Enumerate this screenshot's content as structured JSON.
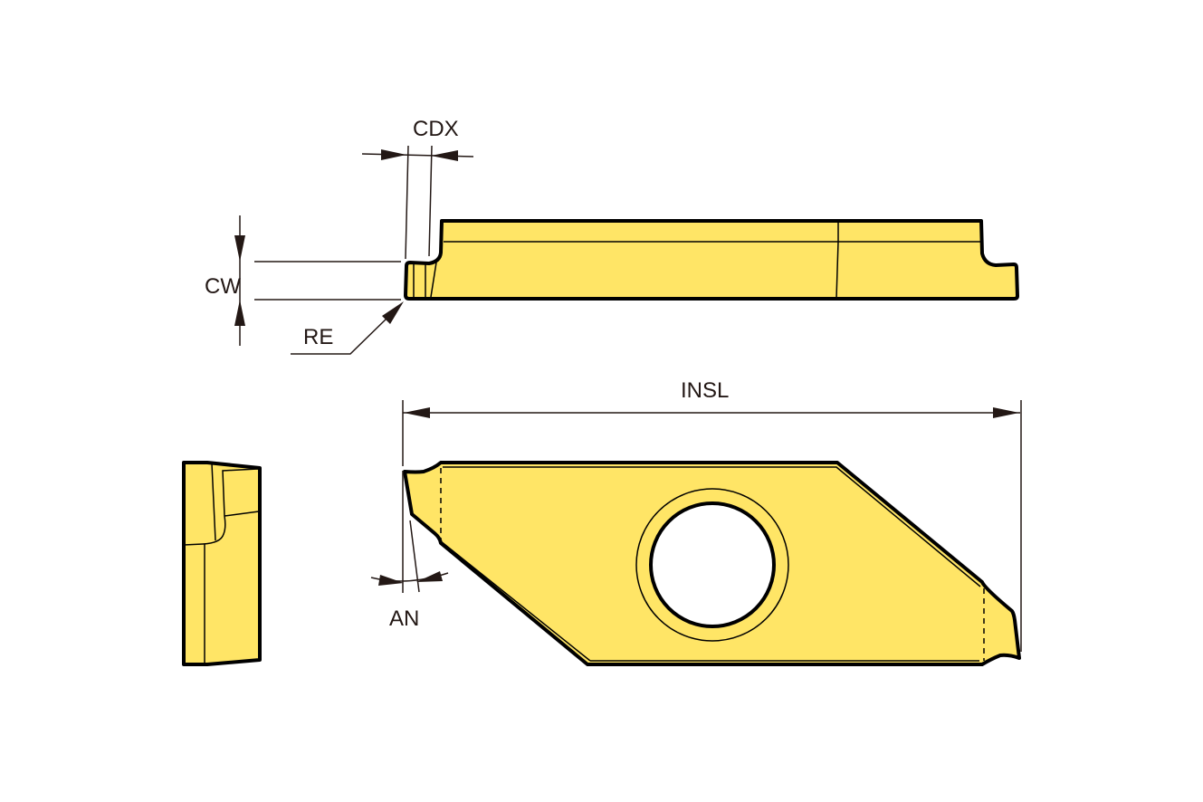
{
  "title": "Grooving insert dimension drawing",
  "labels": {
    "cdx": "CDX",
    "cw": "CW",
    "re": "RE",
    "insl": "INSL",
    "an": "AN"
  },
  "colors": {
    "insert_fill": "#FFE566",
    "outline": "#000000",
    "dimension": "#231815"
  }
}
